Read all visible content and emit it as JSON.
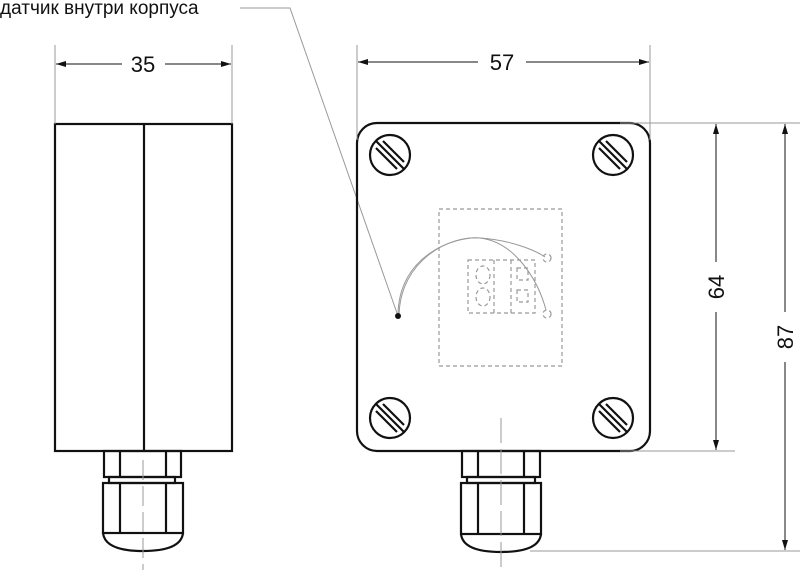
{
  "annotation": {
    "sensor_label": "датчик внутри корпуса"
  },
  "dimensions": {
    "side_width": "35",
    "front_width": "57",
    "hole_spacing": "64",
    "total_height": "87"
  }
}
